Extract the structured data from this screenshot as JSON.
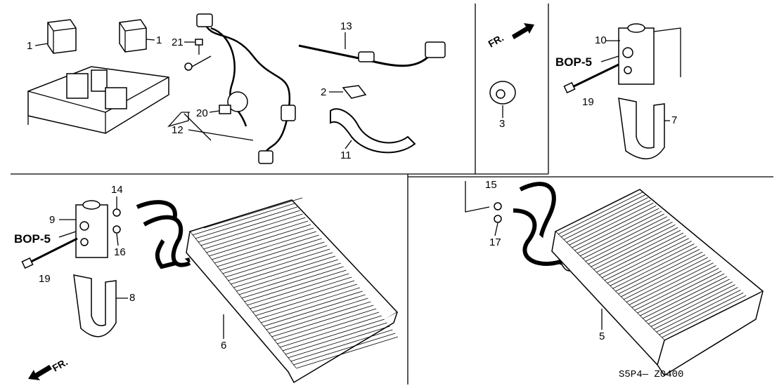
{
  "diagram": {
    "code": "S5P4— Z0400",
    "front_label": "FR.",
    "callouts": {
      "relay_a": "1",
      "relay_b": "1",
      "bolt": "21",
      "sensor": "13",
      "clip": "2",
      "clamp": "20",
      "harness": "12",
      "drain_hose": "11",
      "grommet": "3",
      "valve_top": "10",
      "bop_top": "BOP-5",
      "bolt_top": "19",
      "cover_top": "7",
      "oring_left": "14",
      "valve_left": "9",
      "bop_left": "BOP-5",
      "bolt_left": "19",
      "oring_left_b": "16",
      "cover_left": "8",
      "evaporator_left": "6",
      "oring_right": "15",
      "oring_right_b": "17",
      "evaporator_right": "5"
    }
  }
}
